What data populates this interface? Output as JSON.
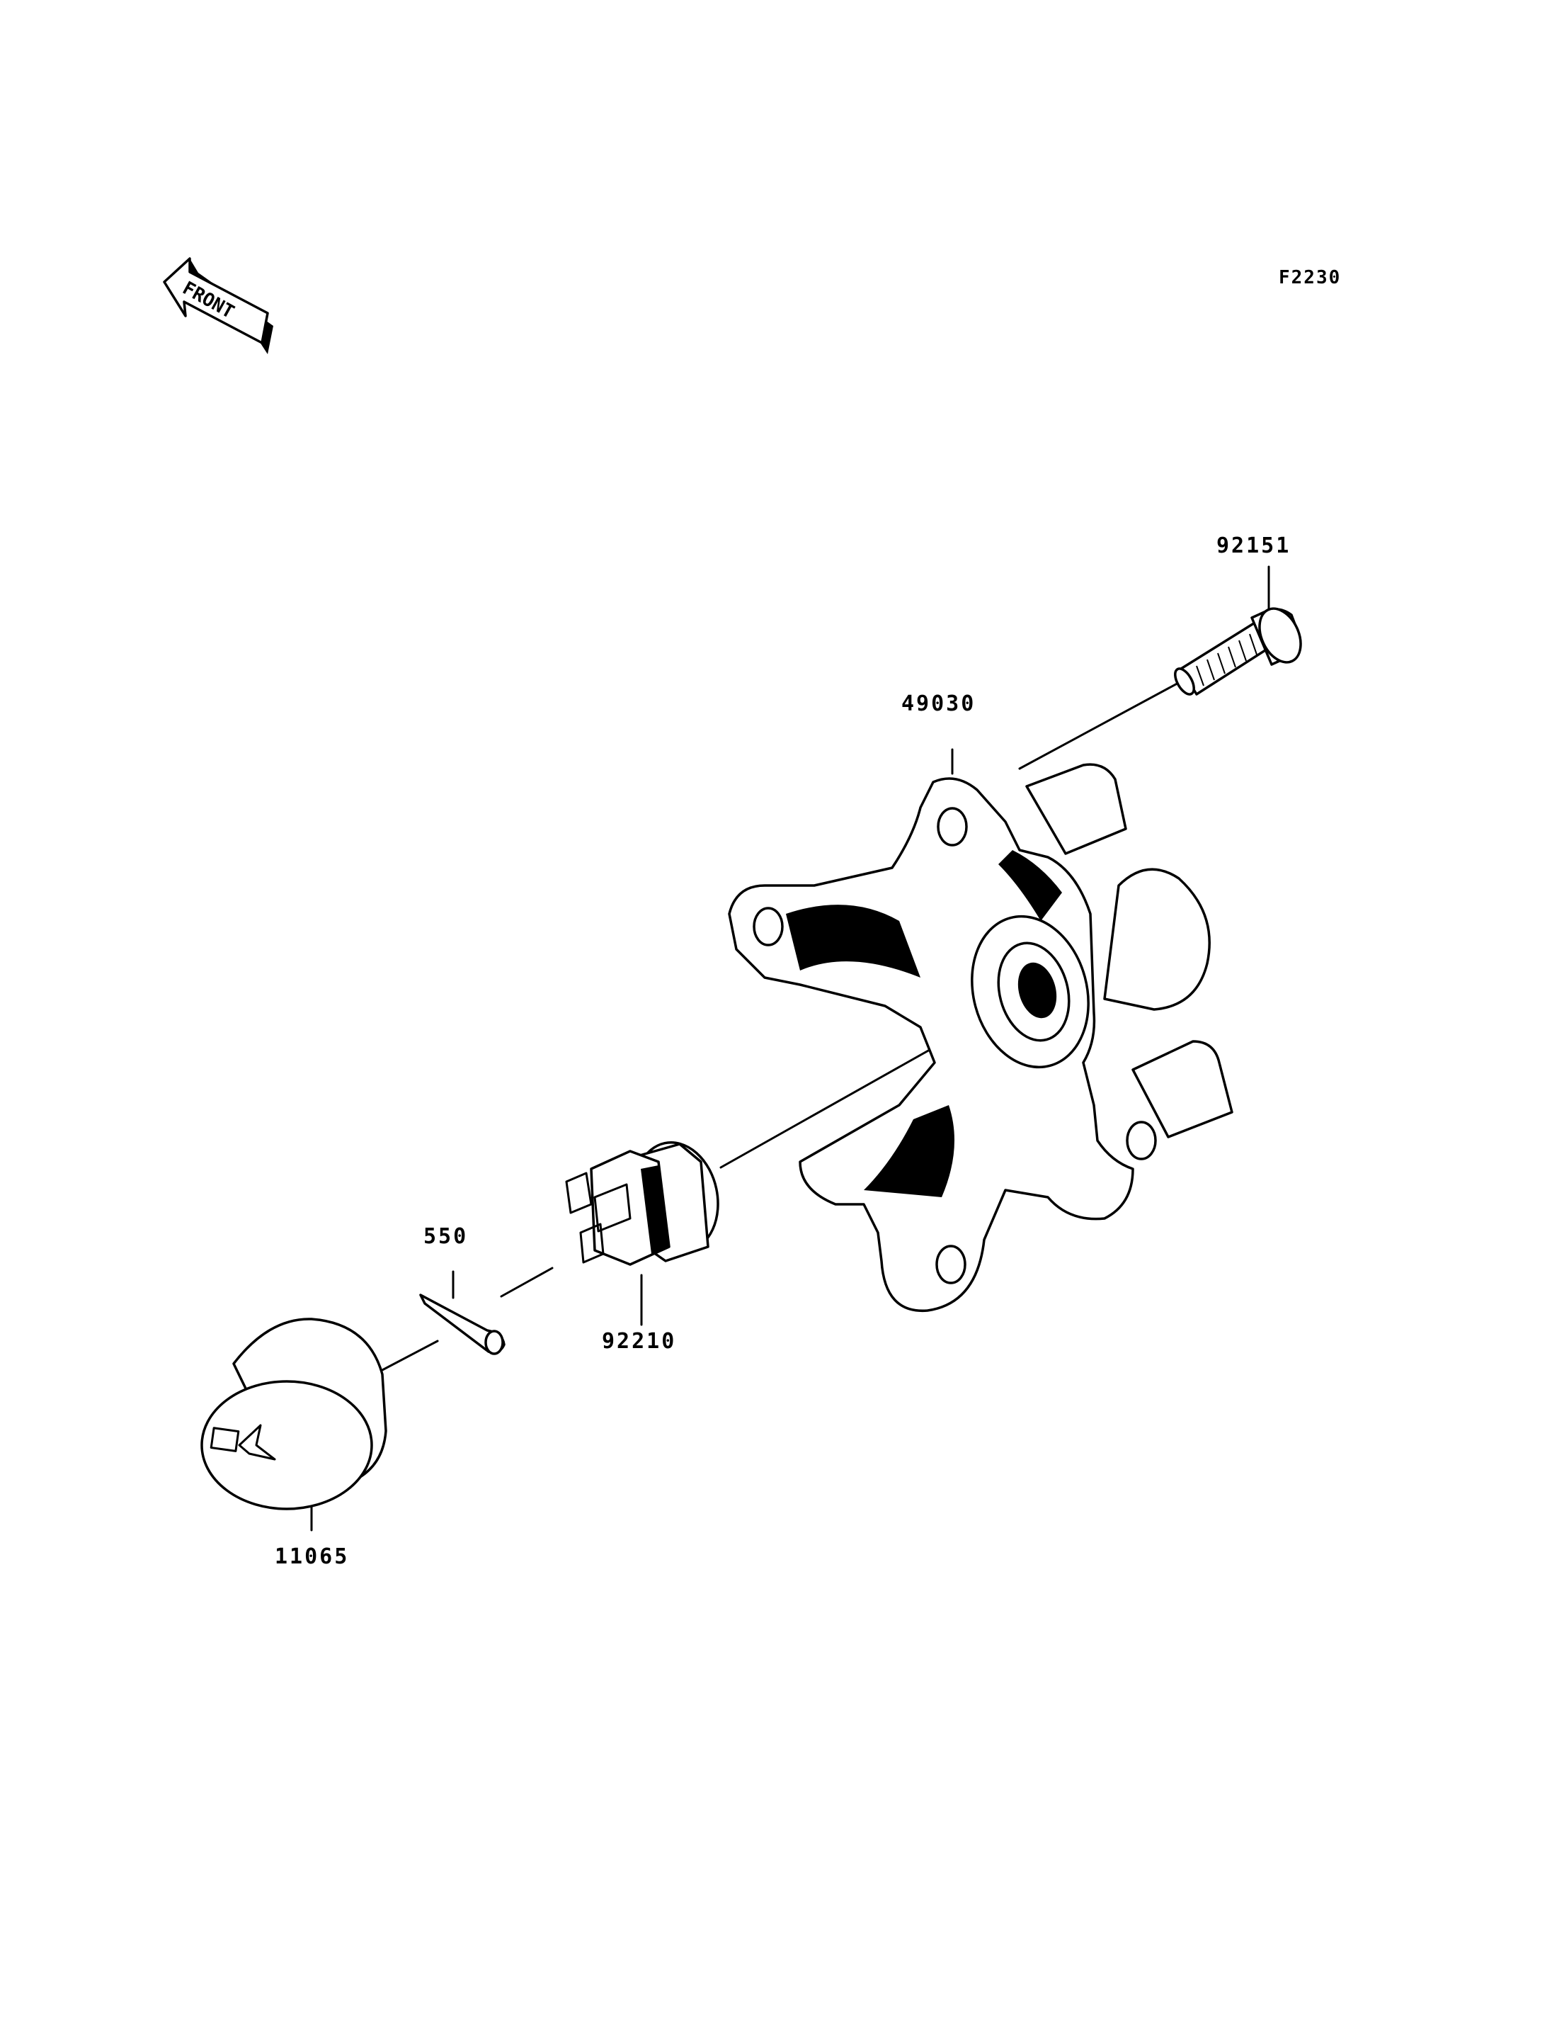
{
  "figure": {
    "code": "F2230"
  },
  "orientation": {
    "label": "FRONT"
  },
  "parts": [
    {
      "number": "92151",
      "item": "stud"
    },
    {
      "number": "49030",
      "item": "hub"
    },
    {
      "number": "550",
      "item": "cotter-pin"
    },
    {
      "number": "92210",
      "item": "castle-nut"
    },
    {
      "number": "11065",
      "item": "cap"
    }
  ],
  "colors": {
    "line": "#000000",
    "background": "#ffffff"
  }
}
